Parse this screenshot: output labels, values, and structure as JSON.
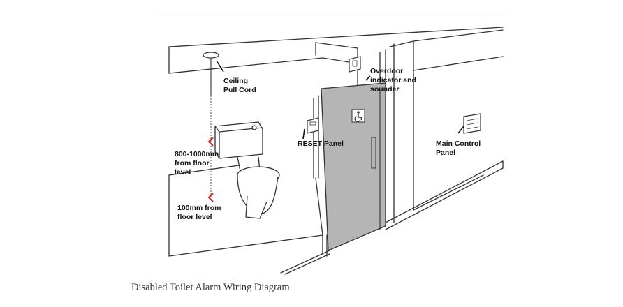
{
  "diagram": {
    "labels": {
      "ceiling_pull_cord": [
        "Ceiling",
        "Pull Cord"
      ],
      "overdoor_indicator": [
        "Overdoor",
        "indicator and",
        "sounder"
      ],
      "reset_panel": [
        "RESET Panel"
      ],
      "main_control_panel": [
        "Main Control",
        "Panel"
      ],
      "height_upper": [
        "800-1000mm",
        "from floor",
        "level"
      ],
      "height_lower": [
        "100mm from",
        "floor level"
      ]
    },
    "colors": {
      "line": "#333333",
      "door_fill": "#b5b5b5",
      "marker": "#e02020"
    },
    "icons": {
      "door_sign": "wheelchair-icon"
    }
  },
  "caption": "Disabled Toilet Alarm Wiring Diagram"
}
